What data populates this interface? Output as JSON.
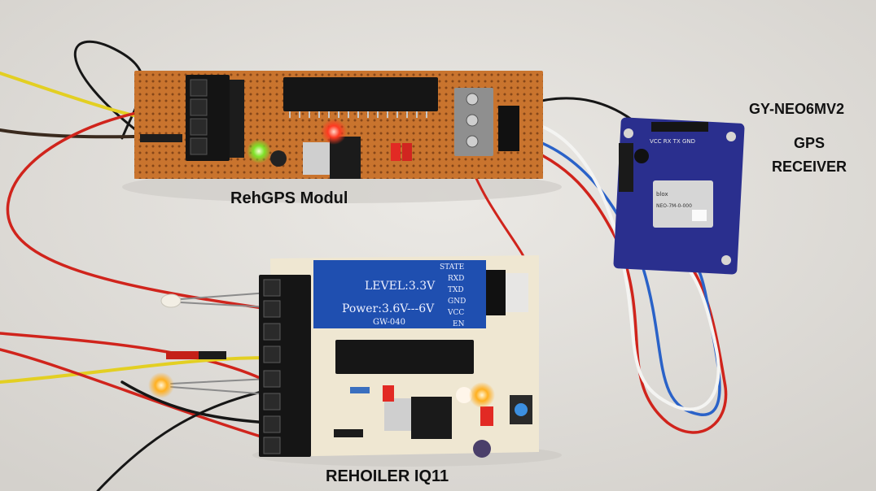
{
  "labels": {
    "rehgps_module": "RehGPS Modul",
    "gps_model": "GY-NEO6MV2",
    "gps_line1": "GPS",
    "gps_line2": "RECEIVER",
    "oiler_board": "REHOILER IQ11"
  },
  "bluetooth_module": {
    "pins": [
      "STATE",
      "RXD",
      "TXD",
      "GND",
      "VCC",
      "EN"
    ],
    "level": "LEVEL:3.3V",
    "power": "Power:3.6V---6V",
    "model": "GW-040"
  },
  "gps_module": {
    "pins": "VCC RX TX GND",
    "chip": "NEO-7M-0-000",
    "brand": "blox"
  },
  "colors": {
    "background": "#e2e0dc",
    "perfboard": "#c9742e",
    "pcb": "#efe7d2",
    "bt_module": "#1f4fb0",
    "gps_board": "#2a2f8e",
    "wire_red": "#d0241c",
    "wire_yellow": "#e3cf22",
    "wire_blue": "#2a62c8",
    "wire_white": "#f4f4f2",
    "wire_black": "#161616"
  }
}
